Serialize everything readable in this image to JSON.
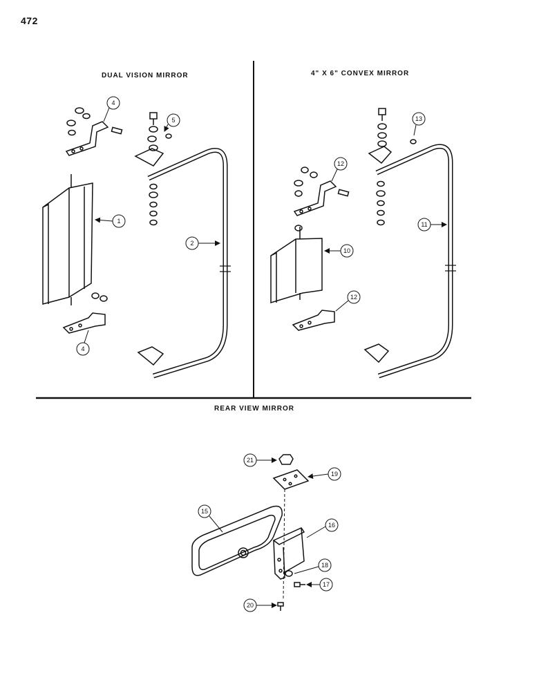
{
  "page_number": "472",
  "sections": {
    "dual_vision": "DUAL VISION MIRROR",
    "convex": "4\" X 6\" CONVEX MIRROR",
    "rear_view": "REAR VIEW MIRROR"
  },
  "callouts": [
    "4",
    "5",
    "1",
    "2",
    "4",
    "13",
    "12",
    "11",
    "10",
    "12",
    "21",
    "19",
    "15",
    "16",
    "18",
    "17",
    "20"
  ]
}
